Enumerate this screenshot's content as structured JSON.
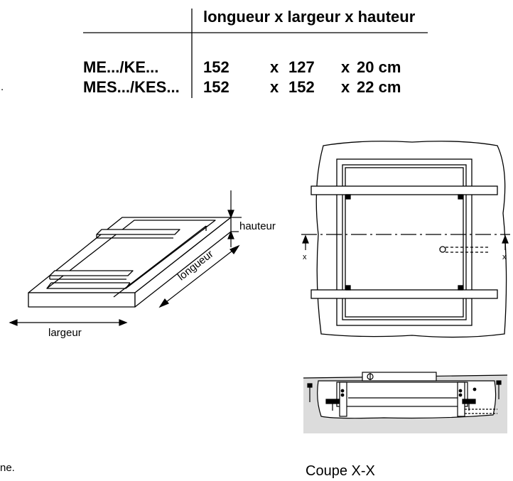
{
  "table": {
    "header": "longueur x largeur x hauteur",
    "rows": [
      {
        "model": "ME.../KE...",
        "l": "152",
        "x1": "x",
        "w": "127",
        "x2": "x",
        "h": "20 cm"
      },
      {
        "model": "MES.../KES...",
        "l": "152",
        "x1": "x",
        "w": "152",
        "x2": "x",
        "h": "22 cm"
      }
    ]
  },
  "frame_diagram": {
    "hauteur_label": "hauteur",
    "longueur_label": "longueur",
    "largeur_label": "largeur"
  },
  "plan_view": {
    "section_mark_left": "x",
    "section_mark_right": "x"
  },
  "section_view": {
    "caption": "Coupe X-X"
  },
  "margin_fragments": {
    "dot": ".",
    "ne": "ne."
  }
}
